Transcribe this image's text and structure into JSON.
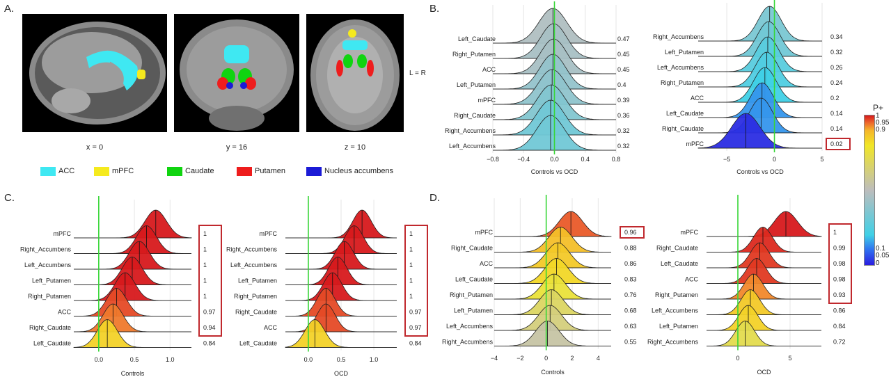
{
  "panels": {
    "a": "A.",
    "b": "B.",
    "c": "C.",
    "d": "D."
  },
  "brain_slices": [
    {
      "label": "x = 0"
    },
    {
      "label": "y = 16"
    },
    {
      "label": "z = 10"
    }
  ],
  "orientation_label": "L = R",
  "region_legend": [
    {
      "name": "ACC",
      "color": "#3fe8f2"
    },
    {
      "name": "mPFC",
      "color": "#f5ea1e"
    },
    {
      "name": "Caudate",
      "color": "#10d410"
    },
    {
      "name": "Putamen",
      "color": "#ee1d1d"
    },
    {
      "name": "Nucleus accumbens",
      "color": "#1b1bd6"
    }
  ],
  "colorbar": {
    "title": "P+",
    "stops": [
      {
        "p": 0,
        "color": "#2a1de0"
      },
      {
        "p": 0.1,
        "color": "#2f6ff0"
      },
      {
        "p": 0.2,
        "color": "#3fd0e6"
      },
      {
        "p": 0.5,
        "color": "#bdbdbd"
      },
      {
        "p": 0.8,
        "color": "#f1e626"
      },
      {
        "p": 0.9,
        "color": "#f5b52a"
      },
      {
        "p": 0.95,
        "color": "#ee6a2c"
      },
      {
        "p": 1,
        "color": "#d7191c"
      }
    ],
    "top_labels": [
      "1",
      "0.95",
      "0.9"
    ],
    "bottom_labels": [
      "0.1",
      "0.05",
      "0"
    ]
  },
  "chart_data": [
    {
      "type": "ridgeline",
      "xlabel": "Controls vs OCD",
      "xlim": [
        -0.8,
        0.8
      ],
      "xticks": [
        "−0.8",
        "−0.4",
        "0.0",
        "0.4",
        "0.8"
      ],
      "zero_line": 0,
      "rows": [
        {
          "label": "Left_Caudate",
          "mean": -0.02,
          "sd": 0.18,
          "p": 0.47,
          "p_text": "0.47",
          "boxed": false
        },
        {
          "label": "Right_Putamen",
          "mean": -0.01,
          "sd": 0.17,
          "p": 0.45,
          "p_text": "0.45",
          "boxed": false
        },
        {
          "label": "ACC",
          "mean": -0.01,
          "sd": 0.17,
          "p": 0.45,
          "p_text": "0.45",
          "boxed": false
        },
        {
          "label": "Left_Putamen",
          "mean": -0.02,
          "sd": 0.17,
          "p": 0.4,
          "p_text": "0.4",
          "boxed": false
        },
        {
          "label": "mPFC",
          "mean": -0.03,
          "sd": 0.18,
          "p": 0.39,
          "p_text": "0.39",
          "boxed": false
        },
        {
          "label": "Right_Caudate",
          "mean": -0.04,
          "sd": 0.18,
          "p": 0.36,
          "p_text": "0.36",
          "boxed": false
        },
        {
          "label": "Right_Accumbens",
          "mean": -0.05,
          "sd": 0.18,
          "p": 0.32,
          "p_text": "0.32",
          "boxed": false
        },
        {
          "label": "Left_Accumbens",
          "mean": -0.05,
          "sd": 0.18,
          "p": 0.32,
          "p_text": "0.32",
          "boxed": false
        }
      ]
    },
    {
      "type": "ridgeline",
      "xlabel": "Controls vs OCD",
      "xlim": [
        -8,
        5
      ],
      "xticks": [
        "−5",
        "0",
        "5"
      ],
      "tick_values": [
        -5,
        0,
        5
      ],
      "zero_line": 0,
      "rows": [
        {
          "label": "Right_Accumbens",
          "mean": -0.5,
          "sd": 1.2,
          "p": 0.34,
          "p_text": "0.34",
          "boxed": false
        },
        {
          "label": "Left_Putamen",
          "mean": -0.6,
          "sd": 1.2,
          "p": 0.32,
          "p_text": "0.32",
          "boxed": false
        },
        {
          "label": "Left_Accumbens",
          "mean": -0.7,
          "sd": 1.2,
          "p": 0.26,
          "p_text": "0.26",
          "boxed": false
        },
        {
          "label": "Right_Putamen",
          "mean": -0.8,
          "sd": 1.2,
          "p": 0.24,
          "p_text": "0.24",
          "boxed": false
        },
        {
          "label": "ACC",
          "mean": -1.0,
          "sd": 1.2,
          "p": 0.2,
          "p_text": "0.2",
          "boxed": false
        },
        {
          "label": "Left_Caudate",
          "mean": -1.3,
          "sd": 1.2,
          "p": 0.14,
          "p_text": "0.14",
          "boxed": false
        },
        {
          "label": "Right_Caudate",
          "mean": -1.4,
          "sd": 1.2,
          "p": 0.14,
          "p_text": "0.14",
          "boxed": false
        },
        {
          "label": "mPFC",
          "mean": -3.0,
          "sd": 1.5,
          "p": 0.02,
          "p_text": "0.02",
          "boxed": true
        }
      ]
    },
    {
      "type": "ridgeline",
      "xlabel": "Controls",
      "xlim": [
        -0.35,
        1.3
      ],
      "xticks": [
        "0.0",
        "0.5",
        "1.0"
      ],
      "tick_values": [
        0,
        0.5,
        1.0
      ],
      "zero_line": 0,
      "group_box": [
        0,
        6
      ],
      "rows": [
        {
          "label": "mPFC",
          "mean": 0.8,
          "sd": 0.15,
          "p": 1,
          "p_text": "1"
        },
        {
          "label": "Right_Accumbens",
          "mean": 0.67,
          "sd": 0.14,
          "p": 1,
          "p_text": "1"
        },
        {
          "label": "Left_Accumbens",
          "mean": 0.57,
          "sd": 0.14,
          "p": 1,
          "p_text": "1"
        },
        {
          "label": "Left_Putamen",
          "mean": 0.47,
          "sd": 0.14,
          "p": 1,
          "p_text": "1"
        },
        {
          "label": "Right_Putamen",
          "mean": 0.37,
          "sd": 0.14,
          "p": 1,
          "p_text": "1"
        },
        {
          "label": "ACC",
          "mean": 0.25,
          "sd": 0.14,
          "p": 0.97,
          "p_text": "0.97"
        },
        {
          "label": "Right_Caudate",
          "mean": 0.2,
          "sd": 0.14,
          "p": 0.94,
          "p_text": "0.94"
        },
        {
          "label": "Left_Caudate",
          "mean": 0.12,
          "sd": 0.14,
          "p": 0.84,
          "p_text": "0.84"
        }
      ]
    },
    {
      "type": "ridgeline",
      "xlabel": "OCD",
      "xlim": [
        -0.35,
        1.35
      ],
      "xticks": [
        "0.0",
        "0.5",
        "1.0"
      ],
      "tick_values": [
        0,
        0.5,
        1.0
      ],
      "zero_line": 0,
      "group_box": [
        0,
        6
      ],
      "rows": [
        {
          "label": "mPFC",
          "mean": 0.82,
          "sd": 0.14,
          "p": 1,
          "p_text": "1"
        },
        {
          "label": "Right_Accumbens",
          "mean": 0.7,
          "sd": 0.14,
          "p": 1,
          "p_text": "1"
        },
        {
          "label": "Left_Accumbens",
          "mean": 0.55,
          "sd": 0.14,
          "p": 1,
          "p_text": "1"
        },
        {
          "label": "Left_Putamen",
          "mean": 0.45,
          "sd": 0.14,
          "p": 1,
          "p_text": "1"
        },
        {
          "label": "Right_Putamen",
          "mean": 0.37,
          "sd": 0.14,
          "p": 1,
          "p_text": "1"
        },
        {
          "label": "Right_Caudate",
          "mean": 0.27,
          "sd": 0.14,
          "p": 0.97,
          "p_text": "0.97"
        },
        {
          "label": "ACC",
          "mean": 0.27,
          "sd": 0.14,
          "p": 0.97,
          "p_text": "0.97"
        },
        {
          "label": "Left_Caudate",
          "mean": 0.1,
          "sd": 0.15,
          "p": 0.84,
          "p_text": "0.84"
        }
      ]
    },
    {
      "type": "ridgeline",
      "xlabel": "Controls",
      "xlim": [
        -4,
        5
      ],
      "xticks": [
        "−4",
        "−2",
        "0",
        "2",
        "4"
      ],
      "tick_values": [
        -4,
        -2,
        0,
        2,
        4
      ],
      "zero_line": 0,
      "single_box": 0,
      "rows": [
        {
          "label": "mPFC",
          "mean": 1.9,
          "sd": 0.9,
          "p": 0.96,
          "p_text": "0.96"
        },
        {
          "label": "Right_Caudate",
          "mean": 1.1,
          "sd": 0.9,
          "p": 0.88,
          "p_text": "0.88"
        },
        {
          "label": "ACC",
          "mean": 0.9,
          "sd": 0.9,
          "p": 0.86,
          "p_text": "0.86"
        },
        {
          "label": "Left_Caudate",
          "mean": 0.8,
          "sd": 0.9,
          "p": 0.83,
          "p_text": "0.83"
        },
        {
          "label": "Right_Putamen",
          "mean": 0.6,
          "sd": 0.9,
          "p": 0.76,
          "p_text": "0.76"
        },
        {
          "label": "Left_Putamen",
          "mean": 0.4,
          "sd": 0.9,
          "p": 0.68,
          "p_text": "0.68"
        },
        {
          "label": "Left_Accumbens",
          "mean": 0.3,
          "sd": 0.9,
          "p": 0.63,
          "p_text": "0.63"
        },
        {
          "label": "Right_Accumbens",
          "mean": 0.1,
          "sd": 0.9,
          "p": 0.55,
          "p_text": "0.55"
        }
      ]
    },
    {
      "type": "ridgeline",
      "xlabel": "OCD",
      "xlim": [
        -3,
        8
      ],
      "xticks": [
        "0",
        "5"
      ],
      "tick_values": [
        0,
        5
      ],
      "zero_line": 0,
      "group_box": [
        0,
        4
      ],
      "rows": [
        {
          "label": "mPFC",
          "mean": 4.6,
          "sd": 1.1,
          "p": 1,
          "p_text": "1"
        },
        {
          "label": "Right_Caudate",
          "mean": 2.4,
          "sd": 0.9,
          "p": 0.99,
          "p_text": "0.99"
        },
        {
          "label": "Left_Caudate",
          "mean": 2.1,
          "sd": 0.9,
          "p": 0.98,
          "p_text": "0.98"
        },
        {
          "label": "ACC",
          "mean": 1.8,
          "sd": 0.9,
          "p": 0.98,
          "p_text": "0.98"
        },
        {
          "label": "Right_Putamen",
          "mean": 1.5,
          "sd": 0.9,
          "p": 0.93,
          "p_text": "0.93"
        },
        {
          "label": "Left_Accumbens",
          "mean": 1.2,
          "sd": 0.9,
          "p": 0.86,
          "p_text": "0.86"
        },
        {
          "label": "Left_Putamen",
          "mean": 1.0,
          "sd": 0.9,
          "p": 0.84,
          "p_text": "0.84"
        },
        {
          "label": "Right_Accumbens",
          "mean": 0.7,
          "sd": 0.9,
          "p": 0.72,
          "p_text": "0.72"
        }
      ]
    }
  ]
}
